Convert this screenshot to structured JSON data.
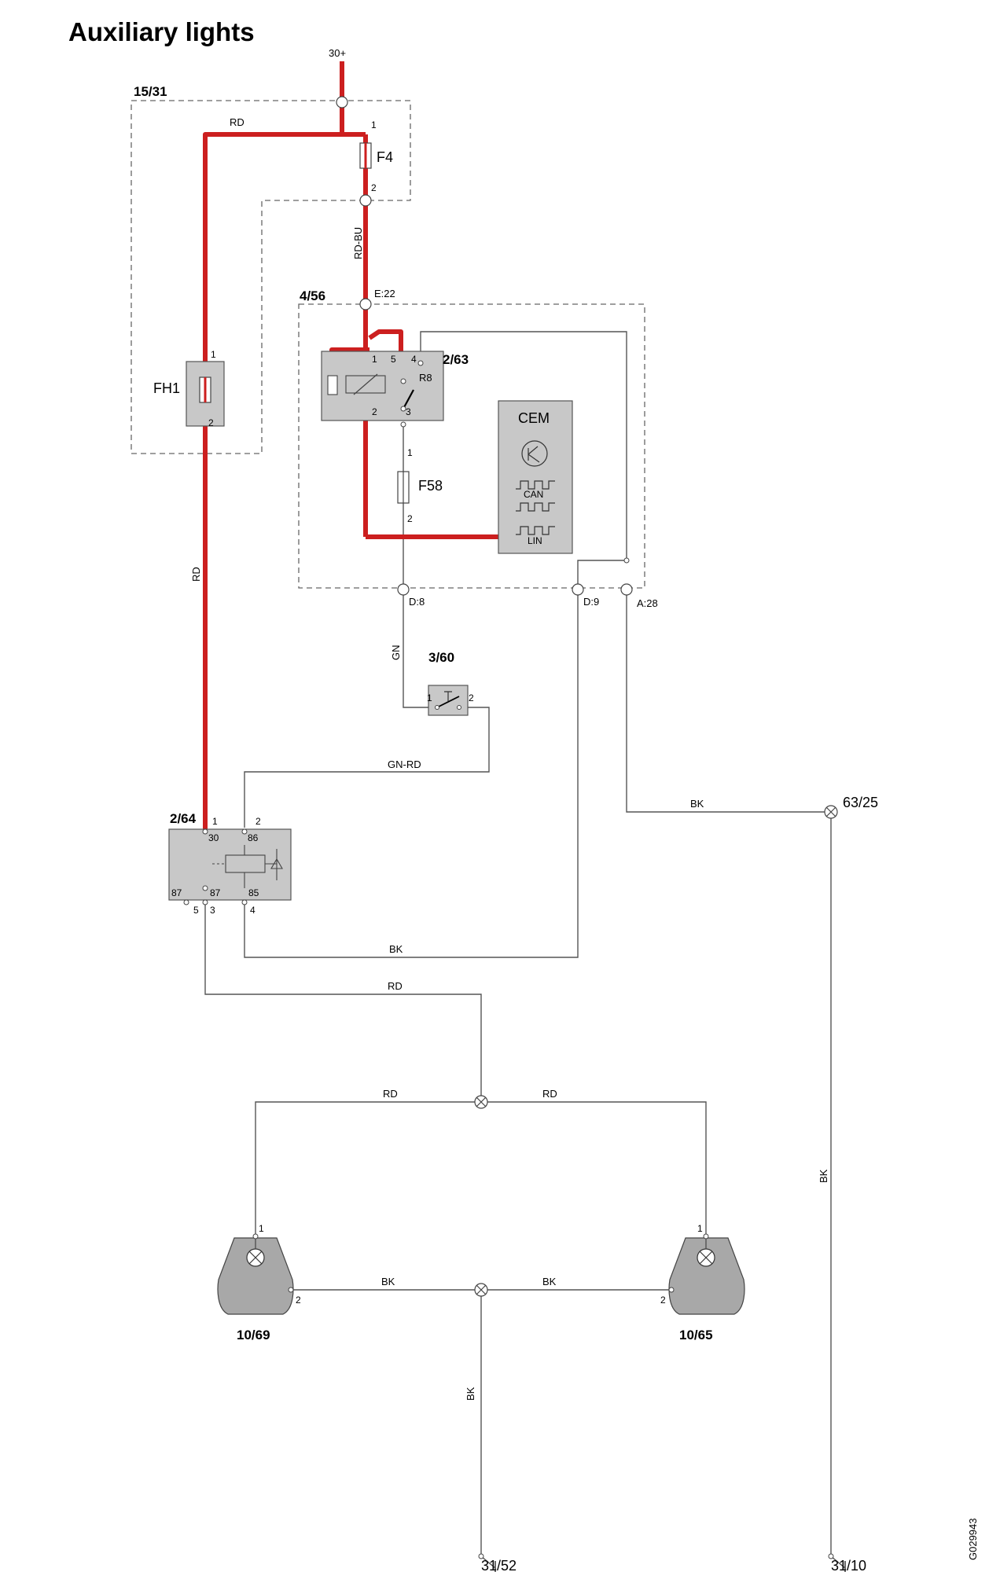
{
  "title": "Auxiliary lights",
  "drawing_number": "G029943",
  "supply": "30+",
  "fuse_box": {
    "id": "15/31",
    "fuse": "F4",
    "fuse_pin_top": "1",
    "fuse_pin_bottom": "2",
    "wire_top": "RD",
    "wire_down": "RD-BU"
  },
  "fusible_link": {
    "id": "FH1",
    "pin_top": "1",
    "pin_bottom": "2",
    "wire": "RD"
  },
  "cem_module": {
    "id": "4/56",
    "connector_in": "E:22",
    "connector_out_left": "D:8",
    "connector_out_mid": "D:9",
    "connector_out_right": "A:28",
    "cem_label": "CEM",
    "can_label": "CAN",
    "lin_label": "LIN"
  },
  "relay_r8": {
    "id": "2/63",
    "name": "R8",
    "pins": [
      "1",
      "5",
      "4",
      "2",
      "3"
    ]
  },
  "fuse_f58": {
    "id": "F58",
    "pin_top": "1",
    "pin_bottom": "2"
  },
  "switch": {
    "id": "3/60",
    "pin_left": "1",
    "pin_right": "2",
    "wire_in": "GN",
    "wire_out": "GN-RD"
  },
  "relay_aux": {
    "id": "2/64",
    "pins_top": [
      "1",
      "2"
    ],
    "pins_inner_top": [
      "30",
      "86"
    ],
    "pins_inner_bottom": [
      "87",
      "87",
      "85"
    ],
    "pins_bottom": [
      "5",
      "3",
      "4"
    ]
  },
  "ground_point": "63/25",
  "wires": {
    "bk": "BK",
    "rd": "RD"
  },
  "lamp_left": {
    "id": "10/69",
    "pin1": "1",
    "pin2": "2"
  },
  "lamp_right": {
    "id": "10/65",
    "pin1": "1",
    "pin2": "2"
  },
  "grounds": [
    "31/52",
    "31/10"
  ]
}
